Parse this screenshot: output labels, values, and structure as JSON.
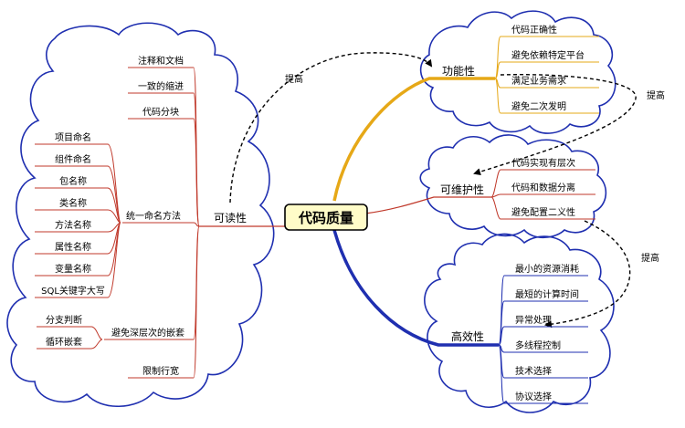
{
  "center": {
    "title": "代码质量"
  },
  "colors": {
    "cloud": "#1f2fb0",
    "readability": "#c0392b",
    "functionality": "#e6a817",
    "maintainability": "#c0392b",
    "efficiency": "#1f2fb0",
    "center_fill": "#fffcc8",
    "annotation": "#000000"
  },
  "readability": {
    "label": "可读性",
    "items": [
      "注释和文档",
      "一致的缩进",
      "代码分块",
      "统一命名方法",
      "避免深层次的嵌套",
      "限制行宽"
    ],
    "naming": [
      "项目命名",
      "组件命名",
      "包名称",
      "类名称",
      "方法名称",
      "属性名称",
      "变量名称",
      "SQL关键字大写"
    ],
    "nesting": [
      "分支判断",
      "循环嵌套"
    ]
  },
  "functionality": {
    "label": "功能性",
    "items": [
      "代码正确性",
      "避免依赖特定平台",
      "满足业务需求",
      "避免二次发明"
    ]
  },
  "maintainability": {
    "label": "可维护性",
    "items": [
      "代码实现有层次",
      "代码和数据分离",
      "避免配置二义性"
    ]
  },
  "efficiency": {
    "label": "高效性",
    "items": [
      "最小的资源消耗",
      "最短的计算时间",
      "异常处理",
      "多线程控制",
      "技术选择",
      "协议选择"
    ]
  },
  "annotations": {
    "a1": "提高",
    "a2": "提高",
    "a3": "提高"
  }
}
